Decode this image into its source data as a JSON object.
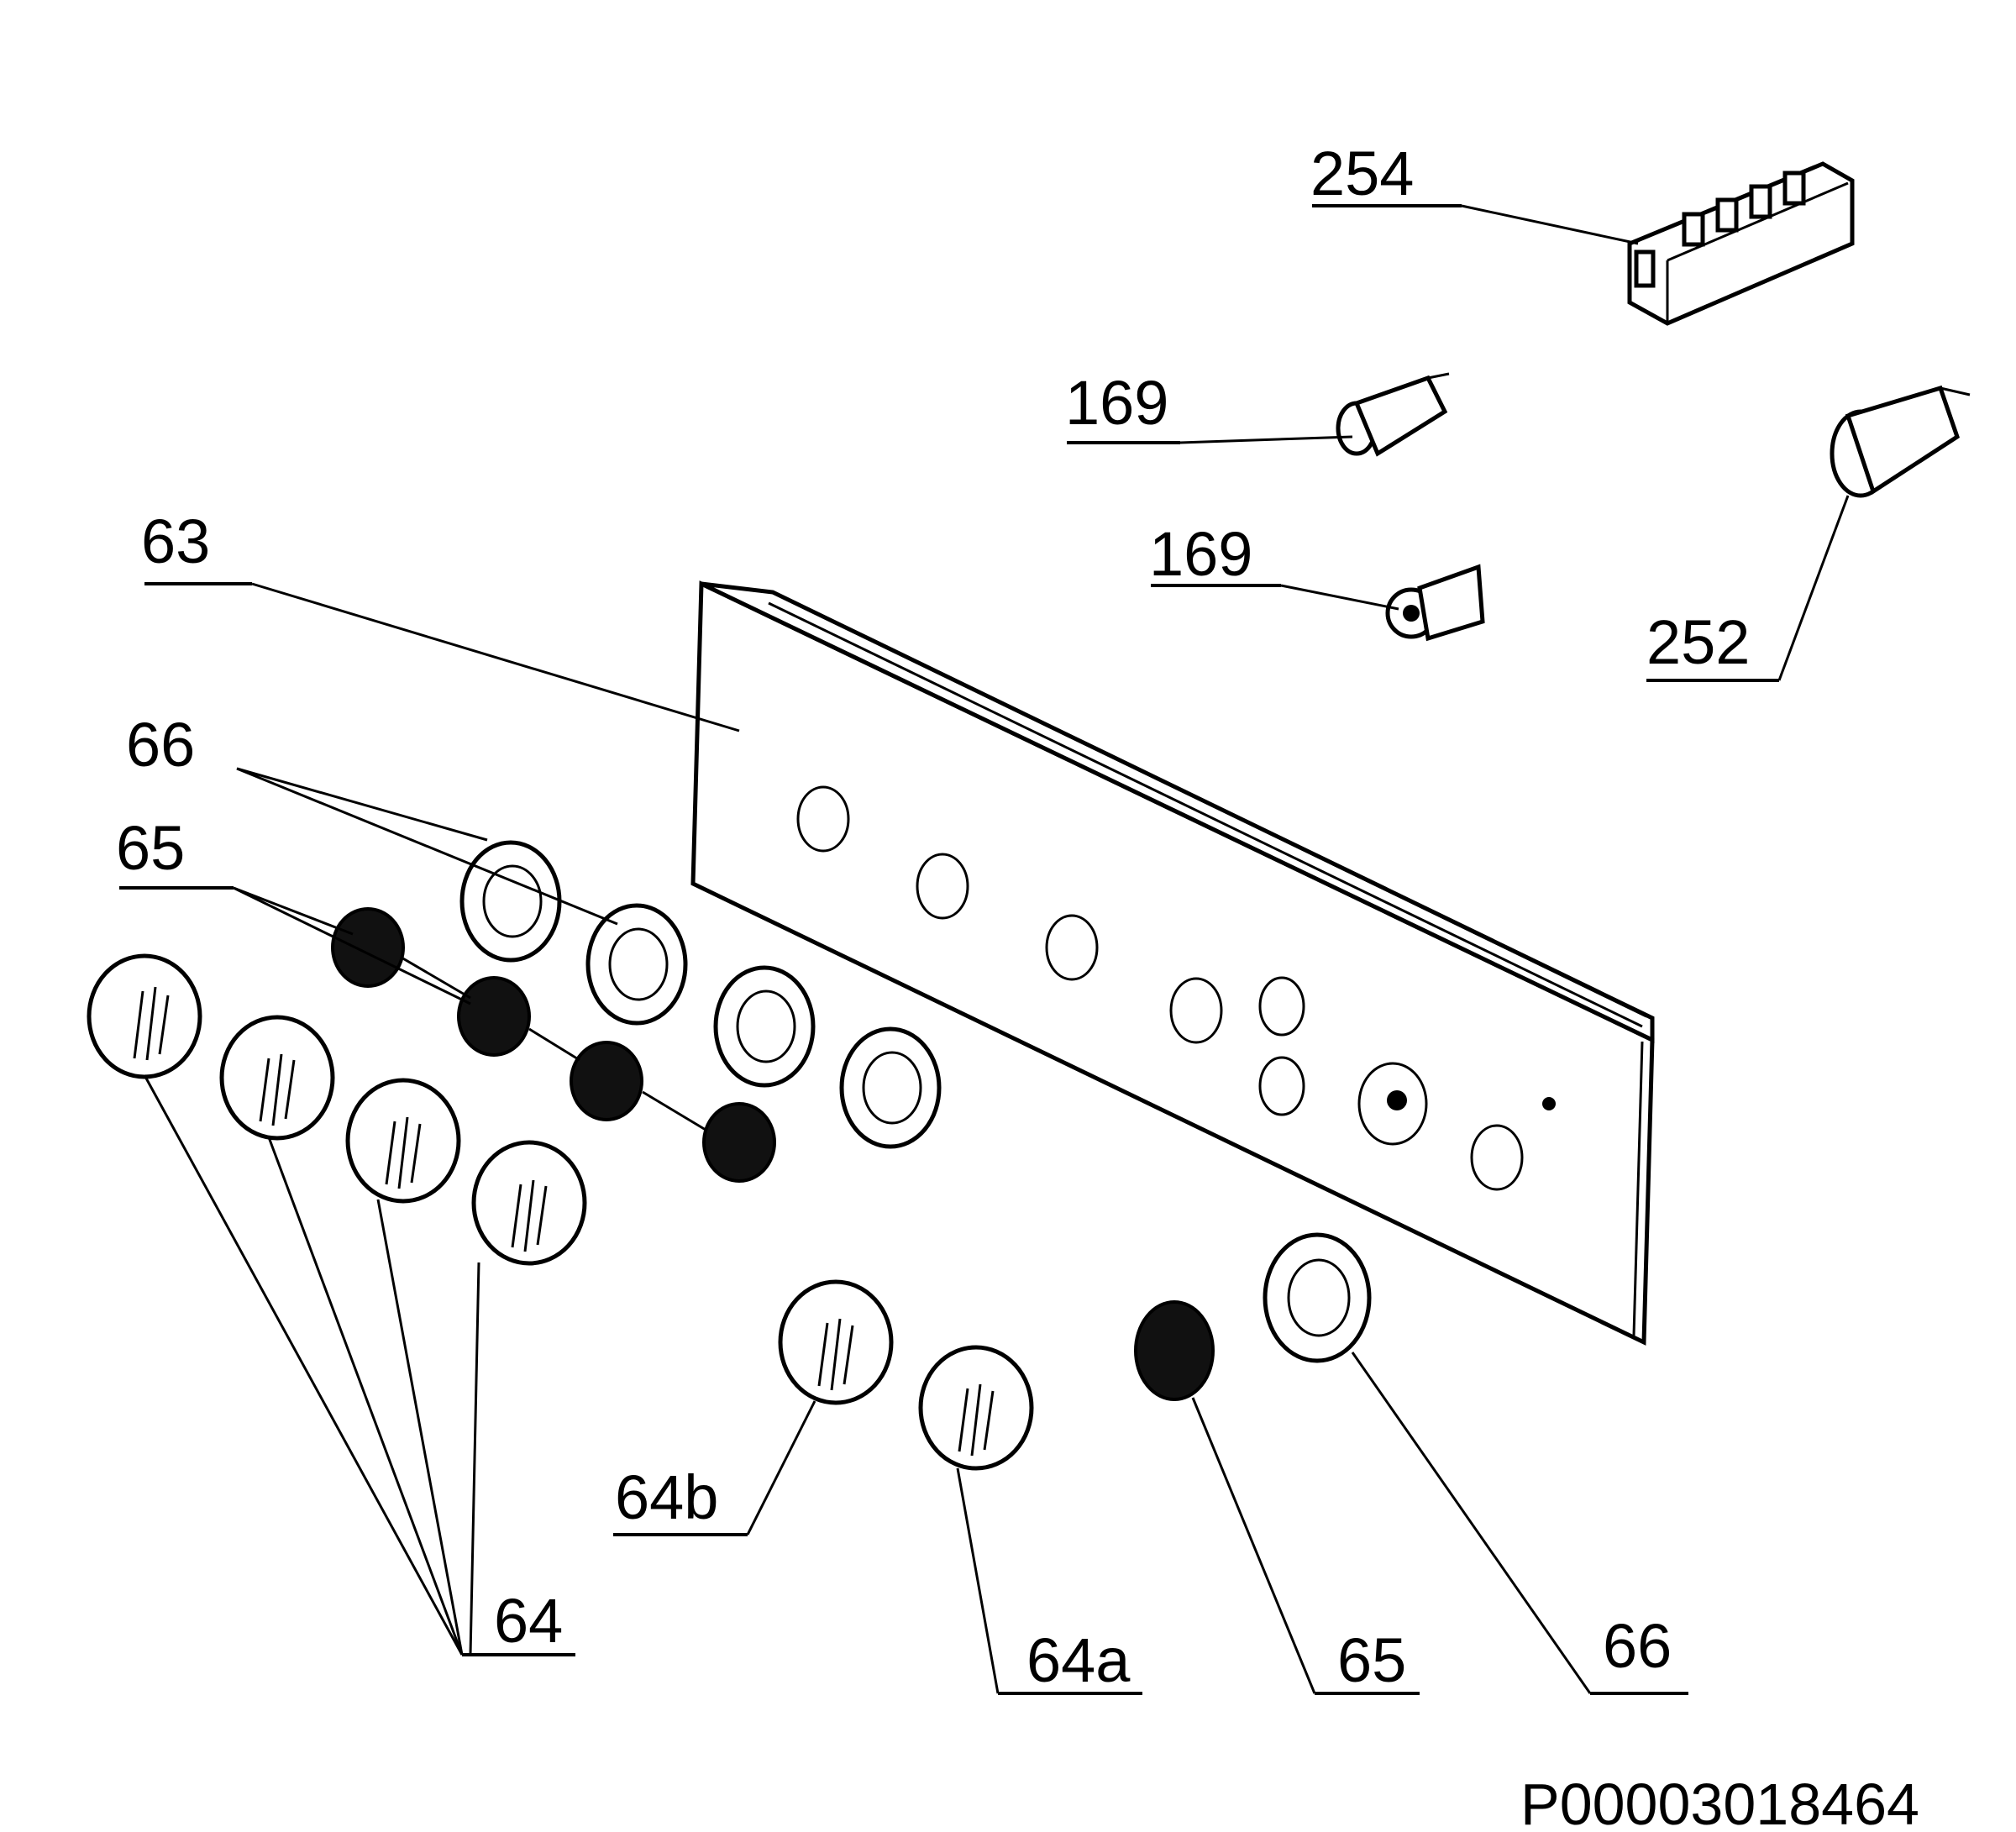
{
  "labels": {
    "l254": "254",
    "l169a": "169",
    "l169b": "169",
    "l252": "252",
    "l63": "63",
    "l66a": "66",
    "l65a": "65",
    "l64": "64",
    "l64b": "64b",
    "l64a": "64a",
    "l65b": "65",
    "l66b": "66"
  },
  "drawing_code": "P00003018464",
  "colors": {
    "ink": "#000000",
    "background": "#ffffff"
  }
}
